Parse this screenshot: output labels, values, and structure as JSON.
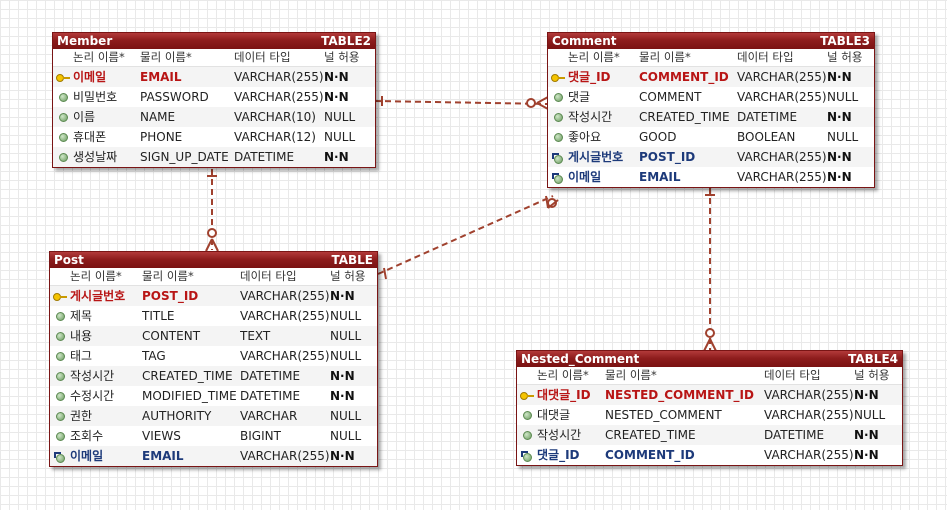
{
  "columns_header": {
    "logical": "논리 이름*",
    "physical": "물리 이름*",
    "type": "데이터 타입",
    "null": "널 허용"
  },
  "tables": {
    "member": {
      "name": "Member",
      "tag": "TABLE2",
      "rows": [
        {
          "kind": "pk",
          "icon": "primary-key-icon",
          "logical": "이메일",
          "physical": "EMAIL",
          "type": "VARCHAR(255)",
          "null": "N·N"
        },
        {
          "kind": "col",
          "icon": "column-icon",
          "logical": "비밀번호",
          "physical": "PASSWORD",
          "type": "VARCHAR(255)",
          "null": "N·N"
        },
        {
          "kind": "col",
          "icon": "column-icon",
          "logical": "이름",
          "physical": "NAME",
          "type": "VARCHAR(10)",
          "null": "NULL"
        },
        {
          "kind": "col",
          "icon": "column-icon",
          "logical": "휴대폰",
          "physical": "PHONE",
          "type": "VARCHAR(12)",
          "null": "NULL"
        },
        {
          "kind": "col",
          "icon": "column-icon",
          "logical": "생성날짜",
          "physical": "SIGN_UP_DATE",
          "type": "DATETIME",
          "null": "N·N"
        }
      ]
    },
    "comment": {
      "name": "Comment",
      "tag": "TABLE3",
      "rows": [
        {
          "kind": "pk",
          "icon": "primary-key-icon",
          "logical": "댓글_ID",
          "physical": "COMMENT_ID",
          "type": "VARCHAR(255)",
          "null": "N·N"
        },
        {
          "kind": "col",
          "icon": "column-icon",
          "logical": "댓글",
          "physical": "COMMENT",
          "type": "VARCHAR(255)",
          "null": "NULL"
        },
        {
          "kind": "col",
          "icon": "column-icon",
          "logical": "작성시간",
          "physical": "CREATED_TIME",
          "type": "DATETIME",
          "null": "N·N"
        },
        {
          "kind": "col",
          "icon": "column-icon",
          "logical": "좋아요",
          "physical": "GOOD",
          "type": "BOOLEAN",
          "null": "NULL"
        },
        {
          "kind": "fk",
          "icon": "foreign-key-icon",
          "logical": "게시글번호",
          "physical": "POST_ID",
          "type": "VARCHAR(255)",
          "null": "N·N"
        },
        {
          "kind": "fk",
          "icon": "foreign-key-icon",
          "logical": "이메일",
          "physical": "EMAIL",
          "type": "VARCHAR(255)",
          "null": "N·N"
        }
      ]
    },
    "post": {
      "name": "Post",
      "tag": "TABLE",
      "rows": [
        {
          "kind": "pk",
          "icon": "primary-key-icon",
          "logical": "게시글번호",
          "physical": "POST_ID",
          "type": "VARCHAR(255)",
          "null": "N·N"
        },
        {
          "kind": "col",
          "icon": "column-icon",
          "logical": "제목",
          "physical": "TITLE",
          "type": "VARCHAR(255)",
          "null": "NULL"
        },
        {
          "kind": "col",
          "icon": "column-icon",
          "logical": "내용",
          "physical": "CONTENT",
          "type": "TEXT",
          "null": "NULL"
        },
        {
          "kind": "col",
          "icon": "column-icon",
          "logical": "태그",
          "physical": "TAG",
          "type": "VARCHAR(255)",
          "null": "NULL"
        },
        {
          "kind": "col",
          "icon": "column-icon",
          "logical": "작성시간",
          "physical": "CREATED_TIME",
          "type": "DATETIME",
          "null": "N·N"
        },
        {
          "kind": "col",
          "icon": "column-icon",
          "logical": "수정시간",
          "physical": "MODIFIED_TIME",
          "type": "DATETIME",
          "null": "N·N"
        },
        {
          "kind": "col",
          "icon": "column-icon",
          "logical": "권한",
          "physical": "AUTHORITY",
          "type": "VARCHAR",
          "null": "NULL"
        },
        {
          "kind": "col",
          "icon": "column-icon",
          "logical": "조회수",
          "physical": "VIEWS",
          "type": "BIGINT",
          "null": "NULL"
        },
        {
          "kind": "fk",
          "icon": "foreign-key-icon",
          "logical": "이메일",
          "physical": "EMAIL",
          "type": "VARCHAR(255)",
          "null": "N·N"
        }
      ]
    },
    "nested": {
      "name": "Nested_Comment",
      "tag": "TABLE4",
      "rows": [
        {
          "kind": "pk",
          "icon": "primary-key-icon",
          "logical": "대댓글_ID",
          "physical": "NESTED_COMMENT_ID",
          "type": "VARCHAR(255)",
          "null": "N·N"
        },
        {
          "kind": "col",
          "icon": "column-icon",
          "logical": "대댓글",
          "physical": "NESTED_COMMENT",
          "type": "VARCHAR(255)",
          "null": "NULL"
        },
        {
          "kind": "col",
          "icon": "column-icon",
          "logical": "작성시간",
          "physical": "CREATED_TIME",
          "type": "DATETIME",
          "null": "N·N"
        },
        {
          "kind": "fk",
          "icon": "foreign-key-icon",
          "logical": "댓글_ID",
          "physical": "COMMENT_ID",
          "type": "VARCHAR(255)",
          "null": "N·N"
        }
      ]
    }
  },
  "relationships": [
    {
      "from": "Member",
      "to": "Comment"
    },
    {
      "from": "Member",
      "to": "Post"
    },
    {
      "from": "Post",
      "to": "Comment"
    },
    {
      "from": "Comment",
      "to": "Nested_Comment"
    }
  ],
  "colors": {
    "line": "#a0412e",
    "header": "#8e1d1d",
    "pk_text": "#b81515",
    "fk_text": "#1d3a7a"
  }
}
